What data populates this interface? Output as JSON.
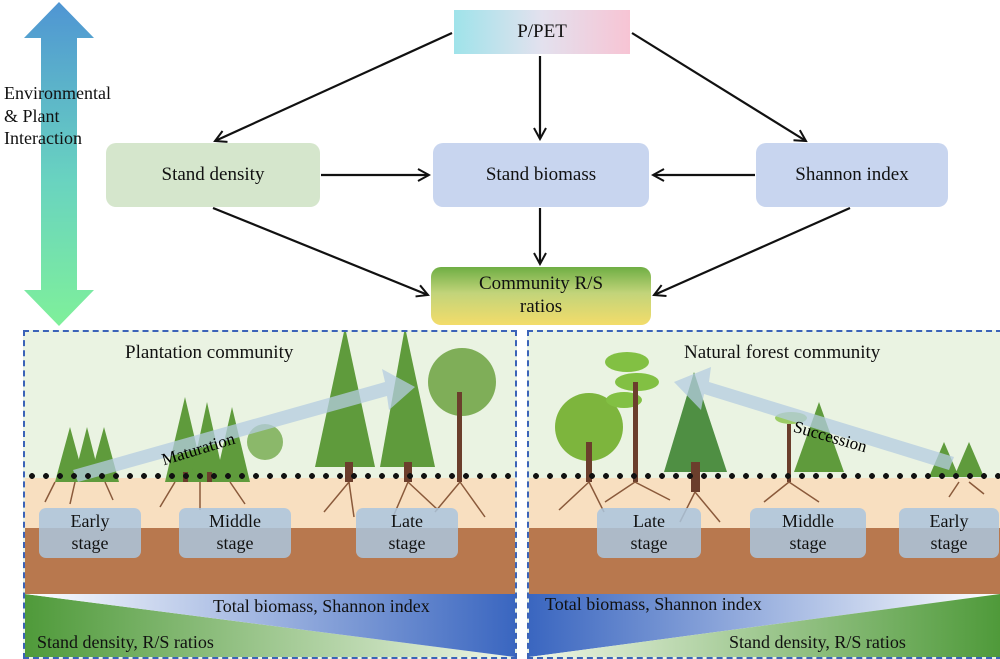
{
  "side_arrow": {
    "label_lines": [
      "Environmental",
      "& Plant",
      "Interaction"
    ],
    "icon": "double-arrow-vertical-icon"
  },
  "nodes": {
    "ppet": "P/PET",
    "stand_density": "Stand density",
    "stand_biomass": "Stand biomass",
    "shannon_index": "Shannon index",
    "community_rs": [
      "Community R/S",
      "ratios"
    ]
  },
  "edges": [
    {
      "from": "P/PET",
      "to": "Stand density"
    },
    {
      "from": "P/PET",
      "to": "Stand biomass"
    },
    {
      "from": "P/PET",
      "to": "Shannon index"
    },
    {
      "from": "Stand density",
      "to": "Stand biomass"
    },
    {
      "from": "Shannon index",
      "to": "Stand biomass"
    },
    {
      "from": "Stand density",
      "to": "Community R/S ratios"
    },
    {
      "from": "Stand biomass",
      "to": "Community R/S ratios"
    },
    {
      "from": "Shannon index",
      "to": "Community R/S ratios"
    }
  ],
  "panels": {
    "plantation": {
      "title": "Plantation community",
      "trend_label": "Maturation",
      "stages": [
        [
          "Early",
          "stage"
        ],
        [
          "Middle",
          "stage"
        ],
        [
          "Late",
          "stage"
        ]
      ],
      "increasing": "Total biomass, Shannon index",
      "decreasing": "Stand density,  R/S  ratios"
    },
    "natural": {
      "title": "Natural forest community",
      "trend_label": "Succession",
      "stages": [
        [
          "Late",
          "stage"
        ],
        [
          "Middle",
          "stage"
        ],
        [
          "Early",
          "stage"
        ]
      ],
      "increasing": "Total biomass, Shannon index",
      "decreasing": "Stand density,  R/S ratios"
    }
  },
  "colors": {
    "panel_border": "#3b63b8",
    "blue_wedge": "#3a66c0",
    "green_wedge": "#4f9a3a",
    "soil": "#b8784e"
  }
}
